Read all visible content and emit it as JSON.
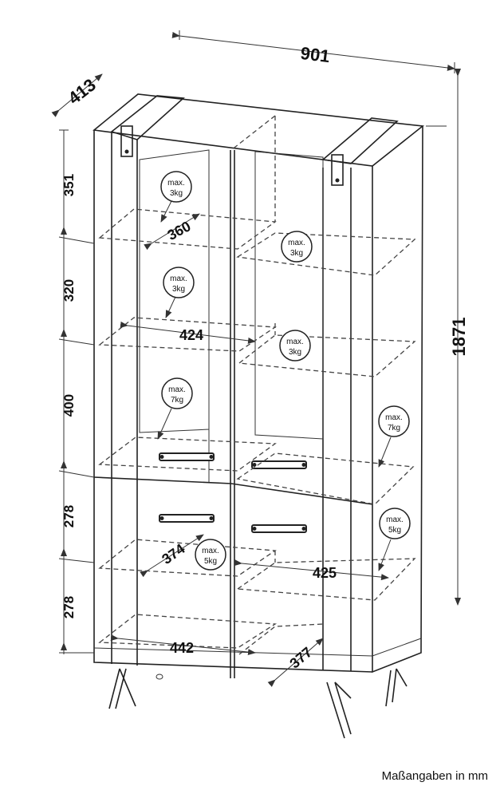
{
  "dimensions": {
    "width": "901",
    "depth": "413",
    "height": "1871",
    "section_heights": [
      "351",
      "320",
      "400",
      "278",
      "278"
    ],
    "inner_widths": [
      "424",
      "425",
      "442"
    ],
    "inner_depths": [
      "360",
      "374",
      "377"
    ]
  },
  "load_badges": [
    {
      "line1": "max.",
      "line2": "3kg"
    },
    {
      "line1": "max.",
      "line2": "3kg"
    },
    {
      "line1": "max.",
      "line2": "3kg"
    },
    {
      "line1": "max.",
      "line2": "3kg"
    },
    {
      "line1": "max.",
      "line2": "7kg"
    },
    {
      "line1": "max.",
      "line2": "7kg"
    },
    {
      "line1": "max.",
      "line2": "5kg"
    },
    {
      "line1": "max.",
      "line2": "5kg"
    }
  ],
  "caption": "Maßangaben in mm"
}
